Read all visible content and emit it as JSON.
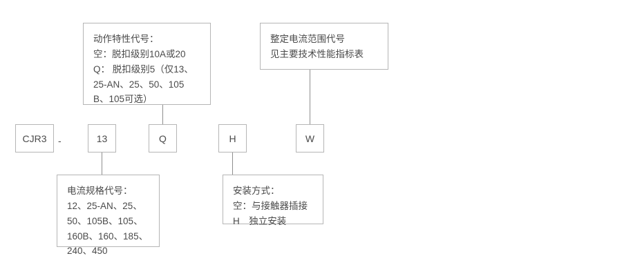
{
  "diagram": {
    "title": "CJR3 型号代号说明图",
    "line_color": "#8e8e8e",
    "border_color": "#b5b5b5",
    "text_color": "#4a4a4a"
  },
  "code_tokens": [
    {
      "id": "series",
      "label": "CJR3"
    },
    {
      "id": "separator",
      "label": "-"
    },
    {
      "id": "current",
      "label": "13"
    },
    {
      "id": "trip_class",
      "label": "Q"
    },
    {
      "id": "mounting",
      "label": "H"
    },
    {
      "id": "setting",
      "label": "W"
    }
  ],
  "callouts": {
    "action_characteristic": {
      "title": "动作特性代号：",
      "body": "空：脱扣级别10A或20\nQ： 脱扣级别5（仅13、\n25-AN、25、50、105\nB、105可选）",
      "full_text": "动作特性代号：\n空：脱扣级别10A或20\nQ： 脱扣级别5（仅13、\n25-AN、25、50、105\nB、105可选）"
    },
    "setting_current_range": {
      "title": "整定电流范围代号",
      "body": "见主要技术性能指标表",
      "full_text": "整定电流范围代号\n见主要技术性能指标表"
    },
    "current_spec": {
      "title": "电流规格代号：",
      "body": "12、25-AN、25、\n50、105B、105、\n160B、160、185、\n240、450",
      "full_text": "电流规格代号：\n12、25-AN、25、\n50、105B、105、\n160B、160、185、\n240、450"
    },
    "mounting_method": {
      "title": "安装方式：",
      "body": "空：与接触器插接\nH　独立安装",
      "full_text": "安装方式：\n空：与接触器插接\nH　独立安装"
    }
  }
}
